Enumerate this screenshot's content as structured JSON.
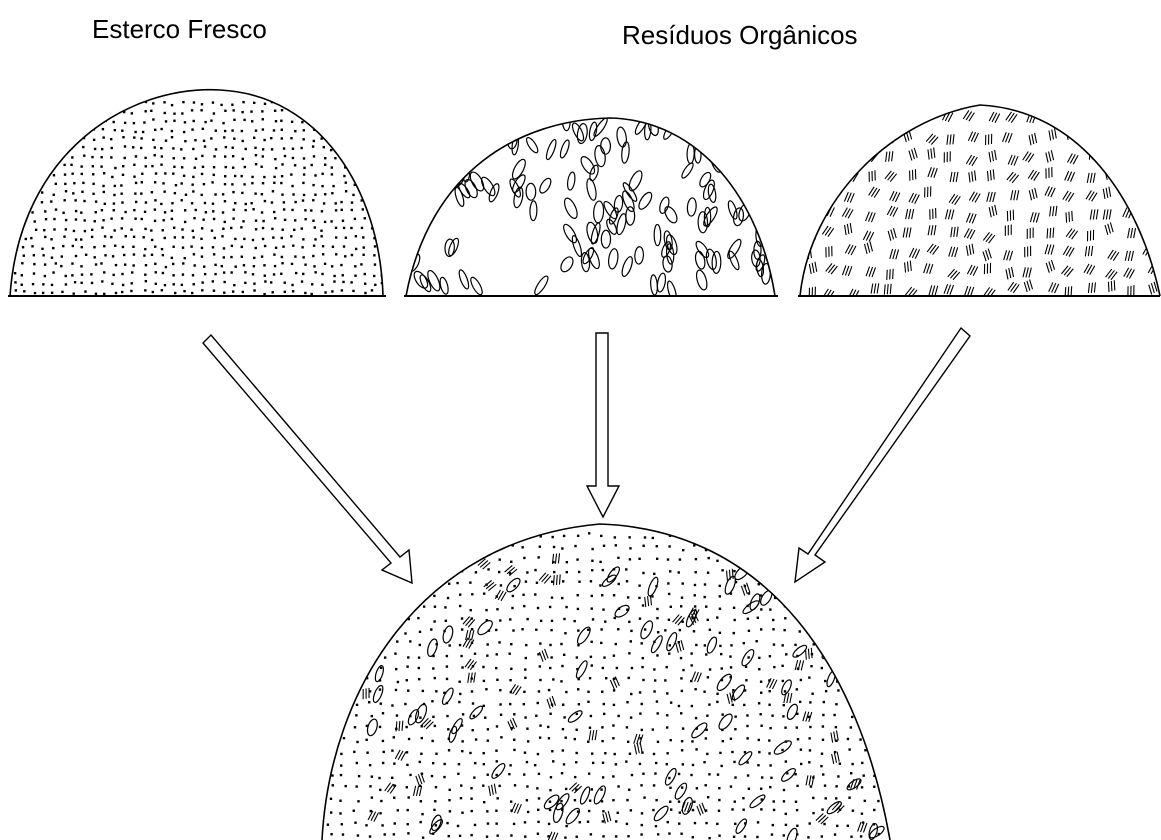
{
  "labels": {
    "fresh_manure": "Esterco Fresco",
    "organic_residue": "Resíduos Orgânicos"
  },
  "colors": {
    "ink": "#000000",
    "background": "#ffffff"
  },
  "piles": [
    {
      "name": "fresh-manure-pile",
      "texture": "dots"
    },
    {
      "name": "organic-residue-pile",
      "texture": "ovals"
    },
    {
      "name": "fibrous-residue-pile",
      "texture": "strokes"
    },
    {
      "name": "compost-mix-pile",
      "texture": "mixed"
    }
  ],
  "arrows": [
    {
      "name": "arrow-left",
      "from": "fresh-manure-pile",
      "to": "compost-mix-pile"
    },
    {
      "name": "arrow-center",
      "from": "organic-residue-pile",
      "to": "compost-mix-pile"
    },
    {
      "name": "arrow-right",
      "from": "fibrous-residue-pile",
      "to": "compost-mix-pile"
    }
  ]
}
